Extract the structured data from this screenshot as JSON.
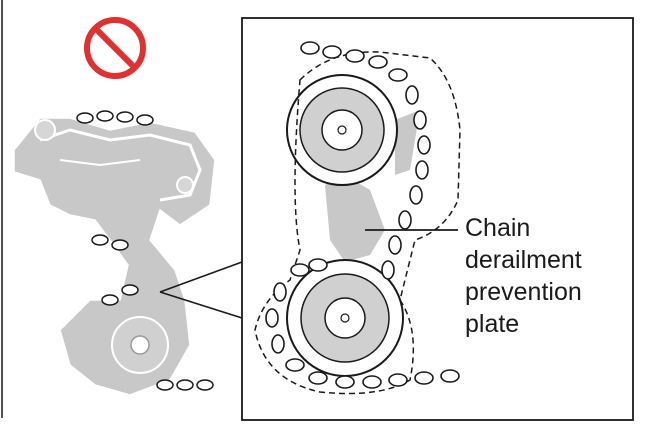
{
  "figure": {
    "callout_lines": [
      "Chain",
      "derailment",
      "prevention",
      "plate"
    ],
    "colors": {
      "prohibit": "#e0302f",
      "derailleur_gray": "#c8c8c8",
      "line": "#1a1a1a"
    },
    "icons": {
      "prohibit": "no-symbol-icon"
    }
  }
}
